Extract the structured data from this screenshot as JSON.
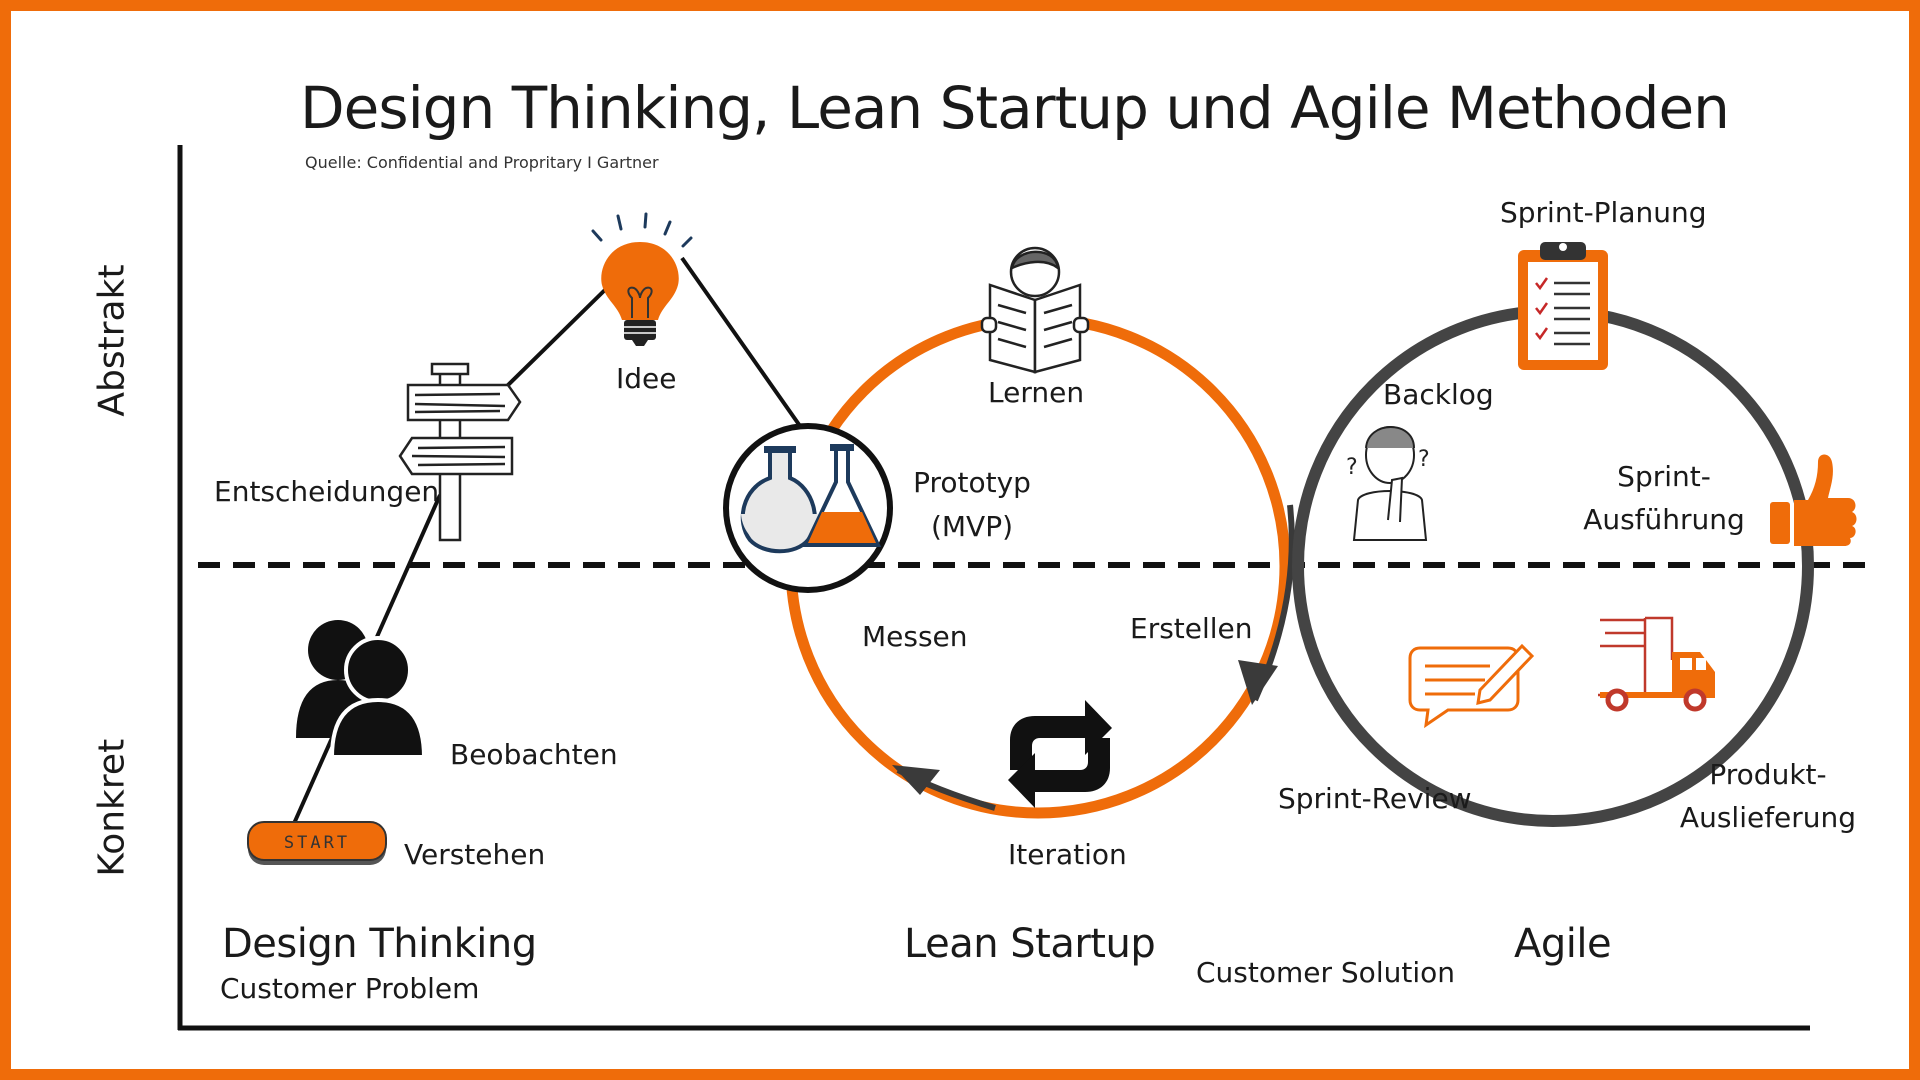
{
  "title": "Design Thinking, Lean Startup und Agile Methoden",
  "source": "Quelle: Confidential and Propritary I Gartner",
  "axis": {
    "upper": "Abstrakt",
    "lower": "Konkret"
  },
  "design_thinking": {
    "start_button": "START",
    "steps": {
      "verstehen": "Verstehen",
      "beobachten": "Beobachten",
      "entscheidungen": "Entscheidungen",
      "idee": "Idee"
    },
    "section": "Design Thinking",
    "subtitle": "Customer Problem"
  },
  "lean_startup": {
    "prototyp_line1": "Prototyp",
    "prototyp_line2": "(MVP)",
    "lernen": "Lernen",
    "messen": "Messen",
    "erstellen": "Erstellen",
    "iteration": "Iteration",
    "section": "Lean Startup",
    "subtitle": "Customer Solution"
  },
  "agile": {
    "sprint_planung": "Sprint-Planung",
    "backlog": "Backlog",
    "ausfuehrung_line1": "Sprint-",
    "ausfuehrung_line2": "Ausführung",
    "review": "Sprint-Review",
    "auslieferung_line1": "Produkt-",
    "auslieferung_line2": "Auslieferung",
    "section": "Agile"
  },
  "colors": {
    "accent": "#ef6c0a",
    "dark": "#444444",
    "black": "#111111"
  },
  "icons": [
    "start-button-icon",
    "people-icon",
    "signpost-icon",
    "lightbulb-icon",
    "flask-icon",
    "reading-person-icon",
    "iteration-arrows-icon",
    "clipboard-icon",
    "thinking-person-icon",
    "thumbs-up-icon",
    "chat-edit-icon",
    "delivery-truck-icon"
  ]
}
